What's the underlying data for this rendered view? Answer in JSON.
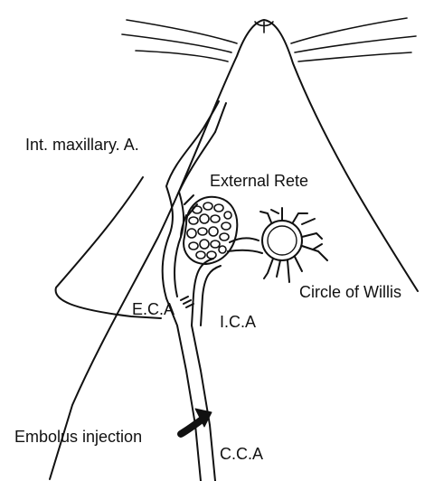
{
  "labels": {
    "int_maxillary": "Int.  maxillary.  A.",
    "external_rete": "External Rete",
    "circle_of_willis": "Circle of Willis",
    "eca": "E.C.A",
    "ica": "I.C.A",
    "embolus_injection": "Embolus injection",
    "cca": "C.C.A"
  },
  "colors": {
    "line": "#111111",
    "background": "#ffffff"
  }
}
